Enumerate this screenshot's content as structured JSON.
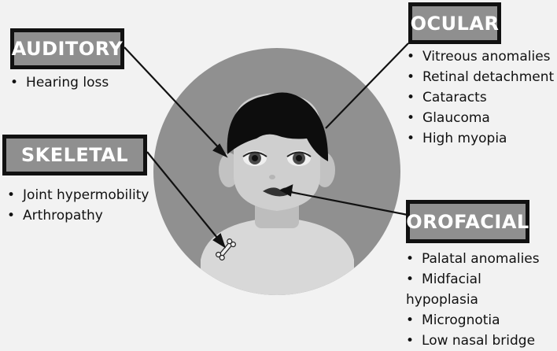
{
  "categories": {
    "auditory": {
      "label": "AUDITORY",
      "items": [
        "Hearing loss"
      ]
    },
    "ocular": {
      "label": "OCULAR",
      "items": [
        "Vitreous anomalies",
        "Retinal detachment",
        "Cataracts",
        "Glaucoma",
        "High myopia"
      ]
    },
    "skeletal": {
      "label": "SKELETAL",
      "items": [
        "Joint hypermobility",
        "Arthropathy"
      ]
    },
    "orofacial": {
      "label": "OROFACIAL",
      "items": [
        "Palatal anomalies",
        "Midfacial hypoplasia",
        "Micrognotia",
        "Low nasal bridge"
      ]
    }
  },
  "colors": {
    "background": "#f2f2f2",
    "circle": "#909090",
    "box_fill": "#8f8f8f",
    "outline": "#111111",
    "skin": "#cfcfcf",
    "hair": "#0d0d0d"
  }
}
